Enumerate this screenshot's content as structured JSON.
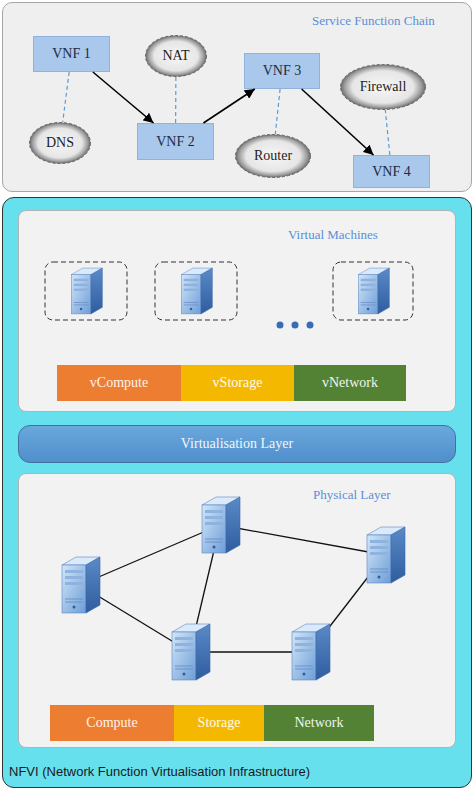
{
  "diagram": {
    "nodes": [
      {
        "text": [
          "Service Function Chain"
        ]
      },
      {
        "text": [
          "VNF 1"
        ],
        "in": 0
      },
      {
        "text": [
          "NAT"
        ],
        "in": 0
      },
      {
        "text": [
          "VNF 3"
        ],
        "in": 0
      },
      {
        "text": [
          "Firewall"
        ],
        "in": 0
      },
      {
        "text": [
          "DNS"
        ],
        "in": 0
      },
      {
        "text": [
          "VNF 2"
        ],
        "in": 0
      },
      {
        "text": [
          "Router"
        ],
        "in": 0
      },
      {
        "text": [
          "VNF 4"
        ],
        "in": 0
      },
      {
        "text": [
          "NFVI (Network Function Virtualisation Infrastructure)"
        ]
      },
      {
        "text": [
          "Virtual Machines"
        ],
        "in": 9
      },
      {
        "text": [
          "vCompute"
        ],
        "in": 10
      },
      {
        "text": [
          "vStorage"
        ],
        "in": 10
      },
      {
        "text": [
          "vNetwork"
        ],
        "in": 10
      },
      {
        "text": [
          "Virtualisation Layer"
        ],
        "in": 9
      },
      {
        "text": [
          "Physical Layer"
        ],
        "in": 9
      },
      {
        "text": [
          "Compute"
        ],
        "in": 15
      },
      {
        "text": [
          "Storage"
        ],
        "in": 15
      },
      {
        "text": [
          "Network"
        ],
        "in": 15
      }
    ],
    "edges": [
      {
        "from": 1,
        "to": 6,
        "arrow": "to"
      },
      {
        "from": 6,
        "to": 3,
        "arrow": "to"
      },
      {
        "from": 3,
        "to": 8,
        "arrow": "to"
      },
      {
        "from": 1,
        "to": 5,
        "arrow": "none"
      },
      {
        "from": 6,
        "to": 2,
        "arrow": "none"
      },
      {
        "from": 3,
        "to": 7,
        "arrow": "none"
      },
      {
        "from": 8,
        "to": 4,
        "arrow": "none"
      }
    ]
  }
}
